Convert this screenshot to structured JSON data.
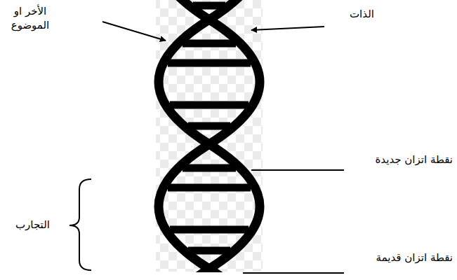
{
  "diagram": {
    "labels": [
      "الأخر او الموضوع",
      "الذات",
      "نقطة اتزان جديدة",
      "التجارب",
      "نقطة اتزان قديمة"
    ]
  }
}
